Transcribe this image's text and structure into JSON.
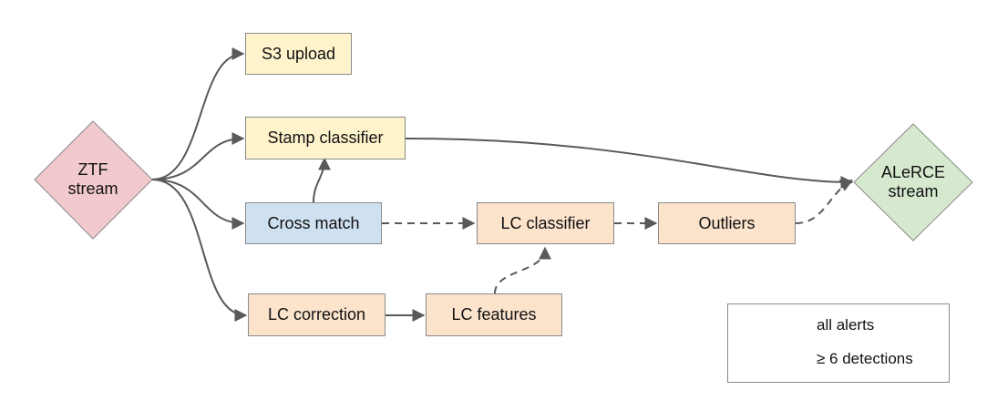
{
  "nodes": {
    "ztf_stream": "ZTF\nstream",
    "s3_upload": "S3 upload",
    "stamp_classifier": "Stamp classifier",
    "cross_match": "Cross match",
    "lc_correction": "LC correction",
    "lc_features": "LC features",
    "lc_classifier": "LC classifier",
    "outliers": "Outliers",
    "alerce_stream": "ALeRCE\nstream"
  },
  "legend": {
    "solid_label": "all alerts",
    "dashed_label": "≥ 6 detections"
  },
  "colors": {
    "ztf_fill": "#f2c9cc",
    "alerce_fill": "#d6e9cf",
    "yellow_fill": "#fff3cc",
    "blue_fill": "#cfe0f1",
    "orange_fill": "#fbe3cc",
    "edge": "#595959",
    "border": "#8a8a8a"
  }
}
